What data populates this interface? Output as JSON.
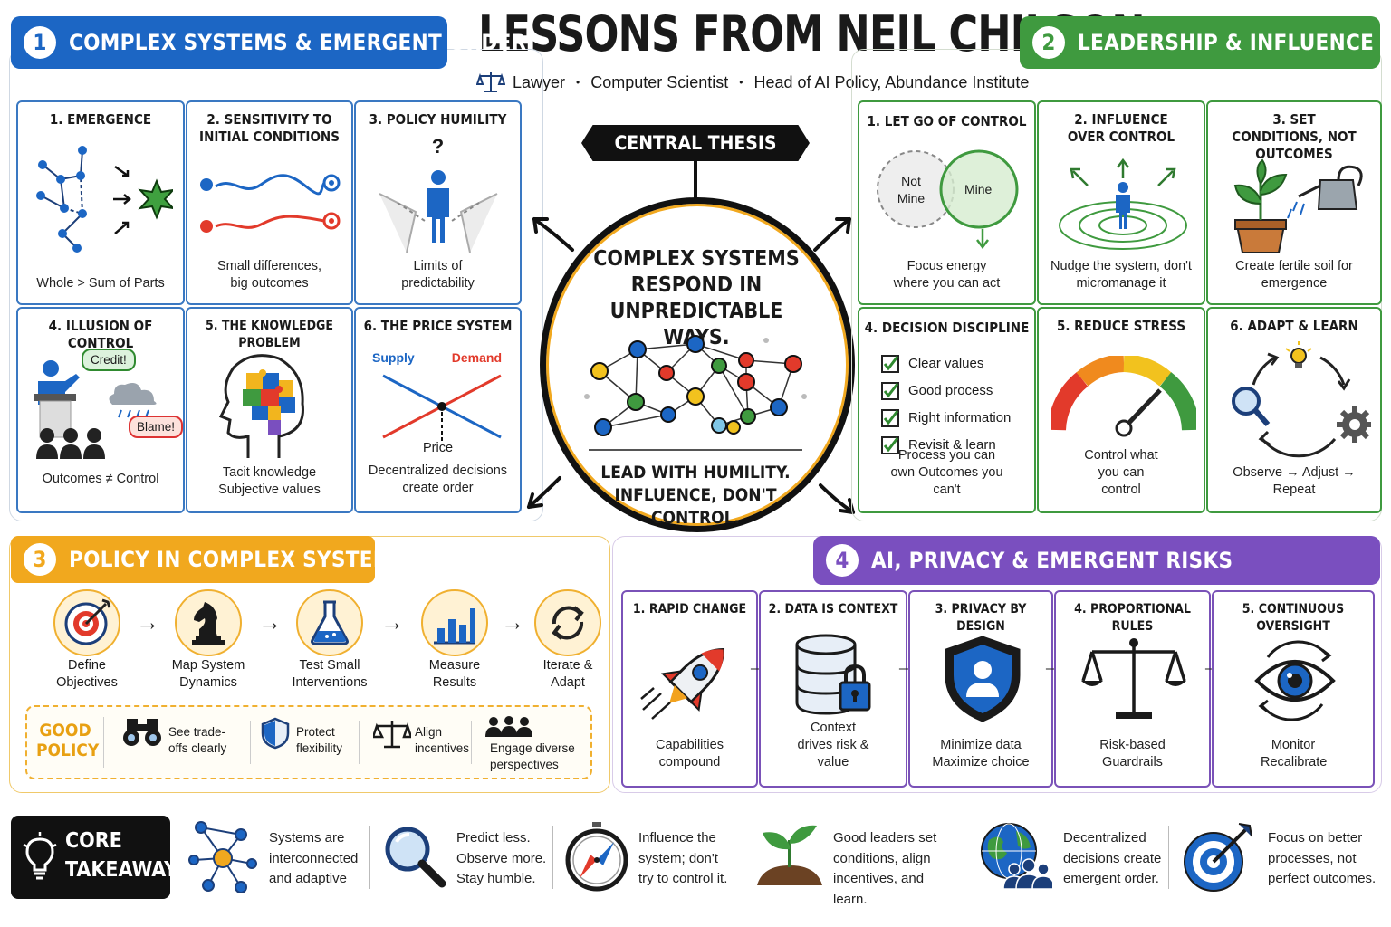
{
  "title": "LESSONS FROM NEIL CHILSON",
  "subtitle": {
    "roles": [
      "Lawyer",
      "Computer Scientist",
      "Head of AI Policy, Abundance Institute"
    ],
    "separator": "•"
  },
  "colors": {
    "blue": "#1c66c4",
    "green": "#3f9a3f",
    "amber": "#f1a81e",
    "purple": "#7a4fbf",
    "black": "#111111"
  },
  "section1": {
    "num": "1",
    "title": "COMPLEX SYSTEMS & EMERGENT ORDER",
    "cards": [
      {
        "title": "1. EMERGENCE",
        "caption": "Whole > Sum of Parts",
        "icon": "network-to-star-icon"
      },
      {
        "title": "2. SENSITIVITY TO INITIAL CONDITIONS",
        "caption": "Small differences, big outcomes",
        "icon": "diverging-waves-icon"
      },
      {
        "title": "3. POLICY HUMILITY",
        "caption": "Limits of predictability",
        "icon": "person-at-crossroads-icon",
        "mark": "?"
      },
      {
        "title": "4. ILLUSION OF CONTROL",
        "caption": "Outcomes ≠ Control",
        "icon": "podium-crowd-icon",
        "bubble1": "Credit!",
        "bubble2": "Blame!"
      },
      {
        "title": "5. THE KNOWLEDGE PROBLEM",
        "caption": "Tacit knowledge Subjective values",
        "icon": "puzzle-head-icon"
      },
      {
        "title": "6. THE PRICE SYSTEM",
        "caption": "Decentralized decisions create order",
        "icon": "supply-demand-icon",
        "supply": "Supply",
        "demand": "Demand",
        "price": "Price"
      }
    ]
  },
  "section2": {
    "num": "2",
    "title": "LEADERSHIP & INFLUENCE",
    "cards": [
      {
        "title": "1. LET GO OF CONTROL",
        "caption": "Focus energy where you can act",
        "icon": "venn-icon",
        "left": "Not Mine",
        "right": "Mine"
      },
      {
        "title": "2. INFLUENCE OVER CONTROL",
        "caption": "Nudge the system, don't micromanage it",
        "icon": "ripple-person-icon"
      },
      {
        "title": "3. SET CONDITIONS, NOT OUTCOMES",
        "caption": "Create fertile soil for emergence",
        "icon": "watering-plant-icon"
      },
      {
        "title": "4. DECISION DISCIPLINE",
        "caption": "Process you can own Outcomes you can't",
        "checks": [
          "Clear values",
          "Good process",
          "Right information",
          "Revisit & learn"
        ]
      },
      {
        "title": "5. REDUCE STRESS",
        "caption": "Control what you can control",
        "icon": "gauge-icon"
      },
      {
        "title": "6. ADAPT & LEARN",
        "caption": "Observe → Adjust → Repeat",
        "icon": "cycle-icon"
      }
    ]
  },
  "thesis": {
    "label": "CENTRAL THESIS",
    "main": "COMPLEX SYSTEMS RESPOND IN UNPREDICTABLE WAYS.",
    "sub": "LEAD WITH HUMILITY. INFLUENCE, DON'T CONTROL."
  },
  "section3": {
    "num": "3",
    "title": "POLICY IN COMPLEX SYSTEMS",
    "steps": [
      {
        "label": "Define Objectives",
        "icon": "target-icon"
      },
      {
        "label": "Map System Dynamics",
        "icon": "chess-knight-icon"
      },
      {
        "label": "Test Small Interventions",
        "icon": "flask-icon"
      },
      {
        "label": "Measure Results",
        "icon": "bar-chart-icon"
      },
      {
        "label": "Iterate & Adapt",
        "icon": "refresh-icon"
      }
    ],
    "good": {
      "label": "GOOD POLICY",
      "items": [
        {
          "text": "See trade-offs clearly",
          "icon": "binoculars-icon"
        },
        {
          "text": "Protect flexibility",
          "icon": "shield-icon"
        },
        {
          "text": "Align incentives",
          "icon": "scales-icon"
        },
        {
          "text": "Engage diverse perspectives",
          "icon": "people-icon"
        }
      ]
    }
  },
  "section4": {
    "num": "4",
    "title": "AI, PRIVACY & EMERGENT RISKS",
    "cards": [
      {
        "title": "1. RAPID CHANGE",
        "caption": "Capabilities compound",
        "icon": "rocket-icon"
      },
      {
        "title": "2. DATA IS CONTEXT",
        "caption": "Context drives risk & value",
        "icon": "database-lock-icon"
      },
      {
        "title": "3. PRIVACY BY DESIGN",
        "caption": "Minimize data Maximize choice",
        "icon": "shield-person-icon"
      },
      {
        "title": "4. PROPORTIONAL RULES",
        "caption": "Risk-based Guardrails",
        "icon": "scales-icon"
      },
      {
        "title": "5. CONTINUOUS OVERSIGHT",
        "caption": "Monitor Recalibrate",
        "icon": "eye-icon"
      }
    ]
  },
  "takeaways": {
    "label": "CORE TAKEAWAYS",
    "items": [
      {
        "text": "Systems are interconnected and adaptive",
        "icon": "network-icon"
      },
      {
        "text": "Predict less. Observe more. Stay humble.",
        "icon": "magnifier-icon"
      },
      {
        "text": "Influence the system; don't try to control it.",
        "icon": "compass-icon"
      },
      {
        "text": "Good leaders set conditions, align incentives, and learn.",
        "icon": "sprout-icon"
      },
      {
        "text": "Decentralized decisions create emergent order.",
        "icon": "globe-people-icon"
      },
      {
        "text": "Focus on better processes, not perfect outcomes.",
        "icon": "target-icon"
      }
    ]
  }
}
